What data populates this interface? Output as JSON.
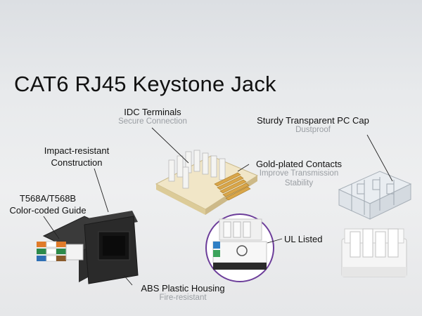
{
  "title": "CAT6 RJ45 Keystone Jack",
  "callouts": {
    "idc": {
      "label": "IDC Terminals",
      "sub": "Secure Connection"
    },
    "cap": {
      "label": "Sturdy Transparent PC Cap",
      "sub": "Dustproof"
    },
    "impact": {
      "label_line1": "Impact-resistant",
      "label_line2": "Construction"
    },
    "gold": {
      "label": "Gold-plated Contacts",
      "sub_line1": "Improve Transmission",
      "sub_line2": "Stability"
    },
    "t568": {
      "label_line1": "T568A/T568B",
      "label_line2": "Color-coded Guide"
    },
    "ul": {
      "label": "UL Listed"
    },
    "abs": {
      "label": "ABS Plastic Housing",
      "sub": "Fire-resistant"
    }
  },
  "colors": {
    "accent_purple": "#6c3d9a",
    "gold": "#d9a64a",
    "jack_black": "#2a2a2a"
  }
}
